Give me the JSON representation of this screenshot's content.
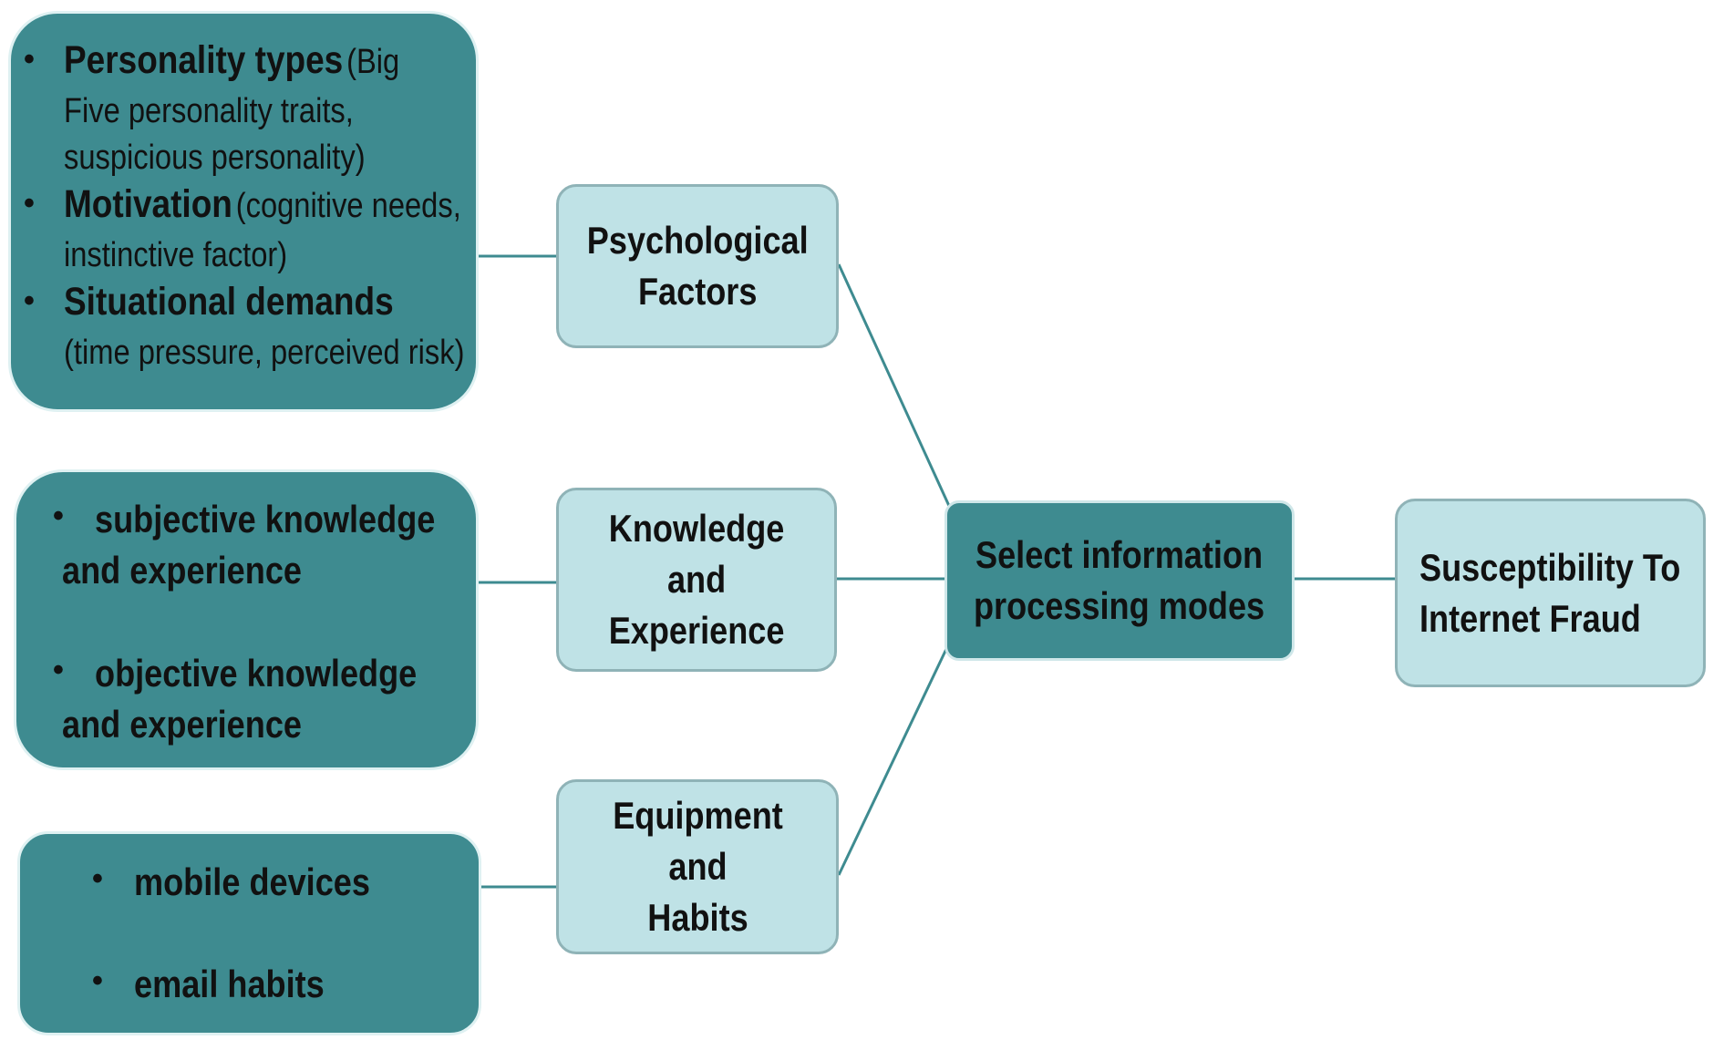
{
  "diagram": {
    "psych_details": [
      {
        "term": "Personality types",
        "desc_first": "(Big",
        "desc_rest": [
          "Five personality traits,",
          "suspicious personality)"
        ]
      },
      {
        "term": "Motivation",
        "desc_first": "(cognitive needs,",
        "desc_rest": [
          "instinctive factor)"
        ]
      },
      {
        "term": "Situational demands",
        "desc_first": "",
        "desc_rest": [
          "(time pressure, perceived risk)"
        ]
      }
    ],
    "knowledge_details": [
      {
        "line1": "subjective knowledge",
        "line2": "and experience"
      },
      {
        "line1": "objective knowledge",
        "line2": "and experience"
      }
    ],
    "equipment_details": [
      "mobile devices",
      "email habits"
    ],
    "psychological_factors": [
      "Psychological",
      "Factors"
    ],
    "knowledge_experience": [
      "Knowledge",
      "and",
      "Experience"
    ],
    "equipment_habits": [
      "Equipment",
      "and",
      "Habits"
    ],
    "select_modes": [
      "Select information",
      "processing modes"
    ],
    "susceptibility": [
      "Susceptibility To",
      "Internet Fraud"
    ],
    "bullet": "•",
    "colors": {
      "dark_teal": "#3e8b90",
      "light_teal": "#bfe2e6",
      "connector": "#3e8b90"
    }
  }
}
